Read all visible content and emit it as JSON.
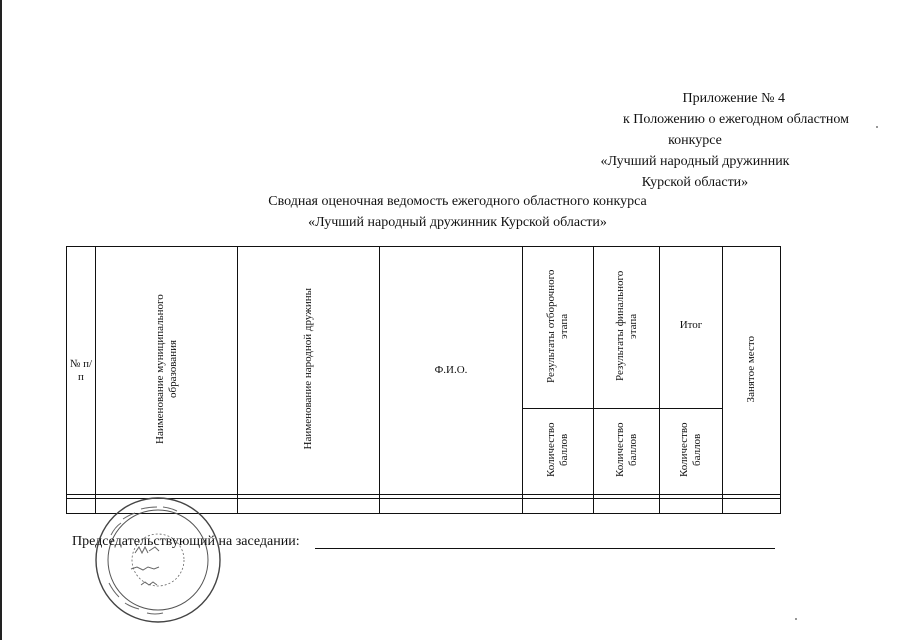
{
  "appendix": {
    "number": "Приложение № 4",
    "line1": "к Положению о ежегодном областном",
    "line2": "конкурсе",
    "line3": "«Лучший народный дружинник",
    "line4": "Курской области»"
  },
  "title": {
    "line1": "Сводная оценочная ведомость ежегодного областного конкурса",
    "line2": "«Лучший народный дружинник Курской области»"
  },
  "table": {
    "col_num": "№ п/п",
    "col_municipality": "Наименование муниципального образования",
    "col_druzhina": "Наименование народной дружины",
    "col_fio": "Ф.И.О.",
    "col_stage1": "Результаты отборочного этапа",
    "col_stage2": "Результаты финального этапа",
    "col_total": "Итог",
    "col_place": "Занятое место",
    "sub_score": "Количество баллов"
  },
  "signature": {
    "label": "Председательствующий на заседании:"
  }
}
